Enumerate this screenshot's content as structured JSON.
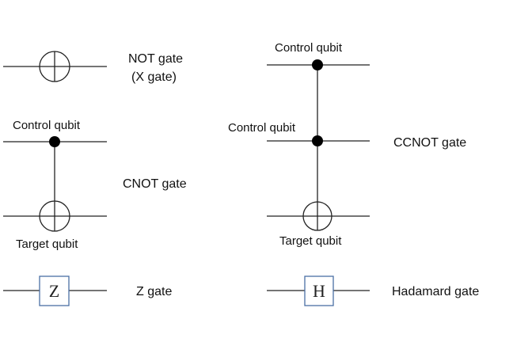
{
  "gates": {
    "not": {
      "label_line1": "NOT gate",
      "label_line2": "(X gate)"
    },
    "cnot": {
      "label": "CNOT gate",
      "control_label": "Control qubit",
      "target_label": "Target qubit"
    },
    "z": {
      "label": "Z gate",
      "symbol": "Z"
    },
    "ccnot": {
      "label": "CCNOT gate",
      "control1_label": "Control qubit",
      "control2_label": "Control qubit",
      "target_label": "Target qubit"
    },
    "hadamard": {
      "label": "Hadamard gate",
      "symbol": "H"
    }
  },
  "colors": {
    "wire": "#222222",
    "gate_box_border": "#4a6fa5"
  }
}
